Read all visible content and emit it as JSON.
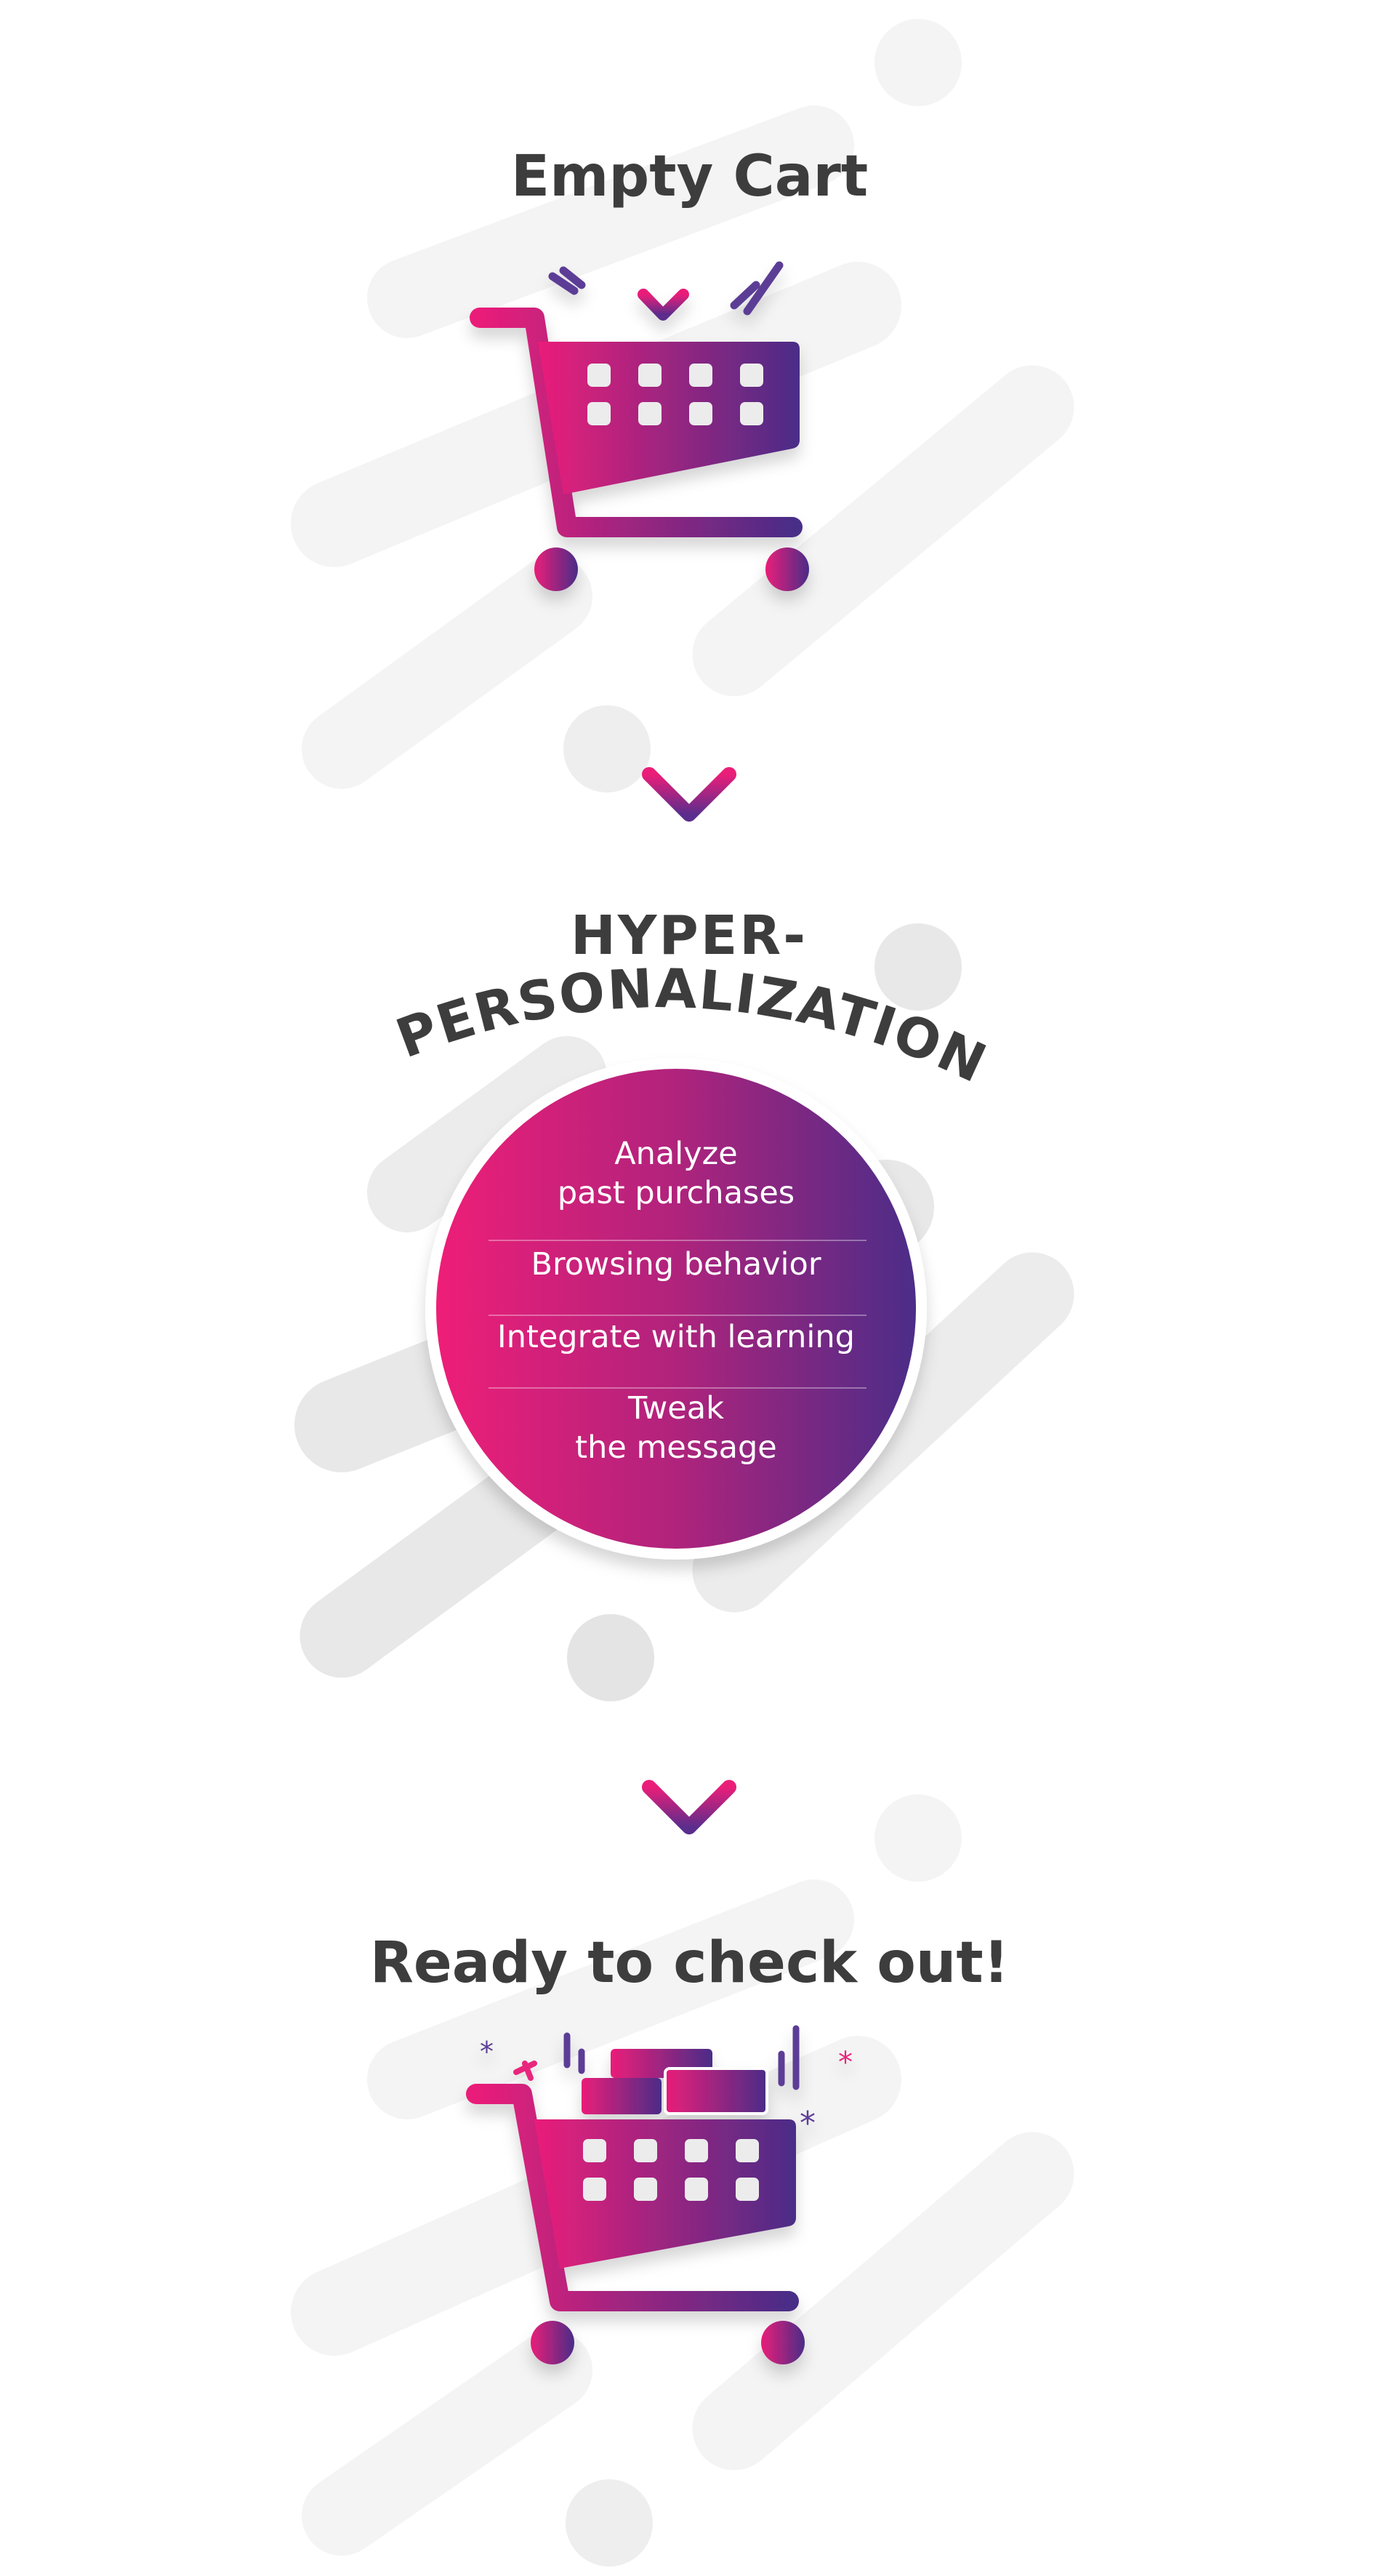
{
  "steps": {
    "start": {
      "title": "Empty Cart"
    },
    "process": {
      "title_line1": "HYPER-",
      "title_line2": "PERSONALIZATION",
      "items": [
        {
          "label": "Analyze\npast purchases"
        },
        {
          "label": "Browsing behavior"
        },
        {
          "label": "Integrate with learning"
        },
        {
          "label": "Tweak\nthe message"
        }
      ]
    },
    "end": {
      "title": "Ready to check out!"
    }
  },
  "colors": {
    "gradient_start": "#ea1e79",
    "gradient_end": "#4a2d87",
    "heading": "#3d3d3d",
    "background_shapes": "#f2f2f2",
    "accent_purple": "#5b3d96",
    "accent_pink": "#e8267d"
  },
  "icons": [
    "cart-icon",
    "down-arrow-icon",
    "full-cart-icon"
  ]
}
